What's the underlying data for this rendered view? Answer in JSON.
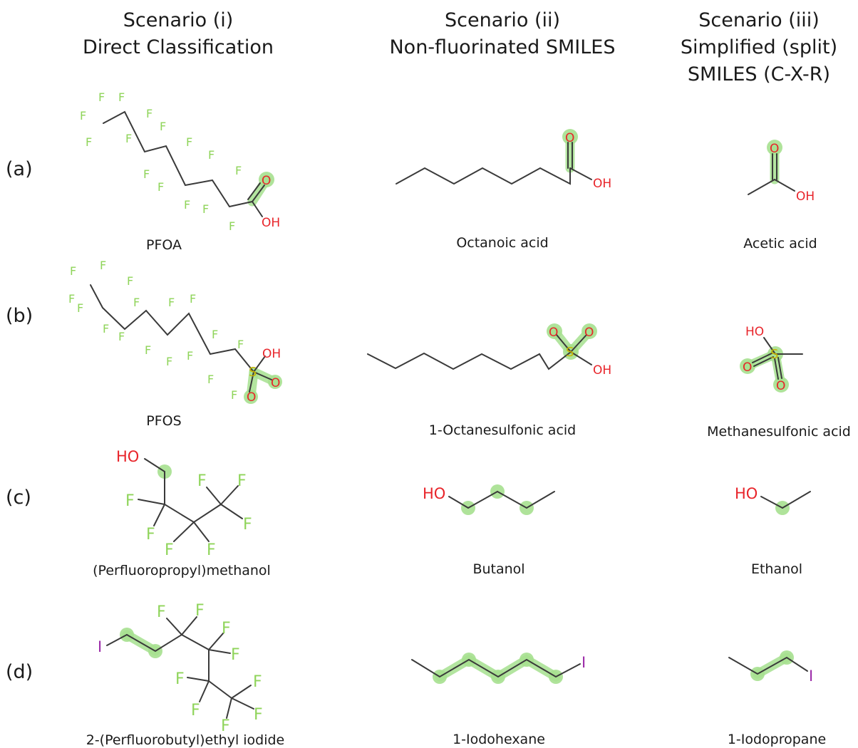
{
  "headers": [
    {
      "line1": "Scenario (i)",
      "line2": "Direct Classification",
      "line3": ""
    },
    {
      "line1": "Scenario (ii)",
      "line2": "Non-fluorinated SMILES",
      "line3": ""
    },
    {
      "line1": "Scenario (iii)",
      "line2": "Simplified (split)",
      "line3": "SMILES (C-X-R)"
    }
  ],
  "rows": [
    {
      "label": "(a)",
      "names": [
        "PFOA",
        "Octanoic acid",
        "Acetic acid"
      ]
    },
    {
      "label": "(b)",
      "names": [
        "PFOS",
        "1-Octanesulfonic acid",
        "Methanesulfonic acid"
      ]
    },
    {
      "label": "(c)",
      "names": [
        "(Perfluoropropyl)methanol",
        "Butanol",
        "Ethanol"
      ]
    },
    {
      "label": "(d)",
      "names": [
        "2-(Perfluorobutyl)ethyl iodide",
        "1-Iodohexane",
        "1-Iodopropane"
      ]
    }
  ],
  "atoms": {
    "F": "F",
    "O": "O",
    "OH": "OH",
    "HO": "HO",
    "S": "S",
    "I": "I"
  },
  "colors": {
    "fluorine": "#8fd45a",
    "oxygen": "#e8242a",
    "sulfur": "#c8b400",
    "iodine": "#9b2aa8",
    "highlight": "#a6e08f",
    "bond": "#3a3a3a"
  }
}
